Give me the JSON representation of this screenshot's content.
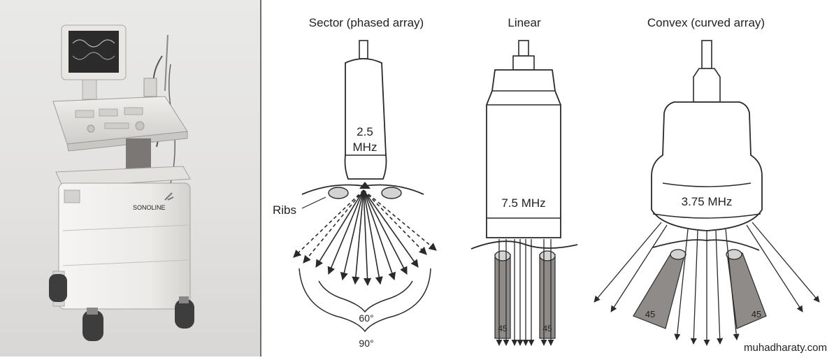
{
  "photo": {
    "machine_brand": "SONOLINE"
  },
  "sector": {
    "title": "Sector (phased array)",
    "freq_line1": "2.5",
    "freq_line2": "MHz",
    "ribs_label": "Ribs",
    "angle_inner": "60°",
    "angle_outer": "90°"
  },
  "linear": {
    "title": "Linear",
    "freq": "7.5 MHz",
    "shadow_left": "45",
    "shadow_right": "45"
  },
  "convex": {
    "title": "Convex (curved array)",
    "freq": "3.75 MHz",
    "shadow_left": "45",
    "shadow_right": "45"
  },
  "watermark": "muhadharaty.com",
  "colors": {
    "line": "#2a2a2a",
    "shadow_fill": "#8e8b88",
    "rib_fill": "#cfcfcf"
  }
}
